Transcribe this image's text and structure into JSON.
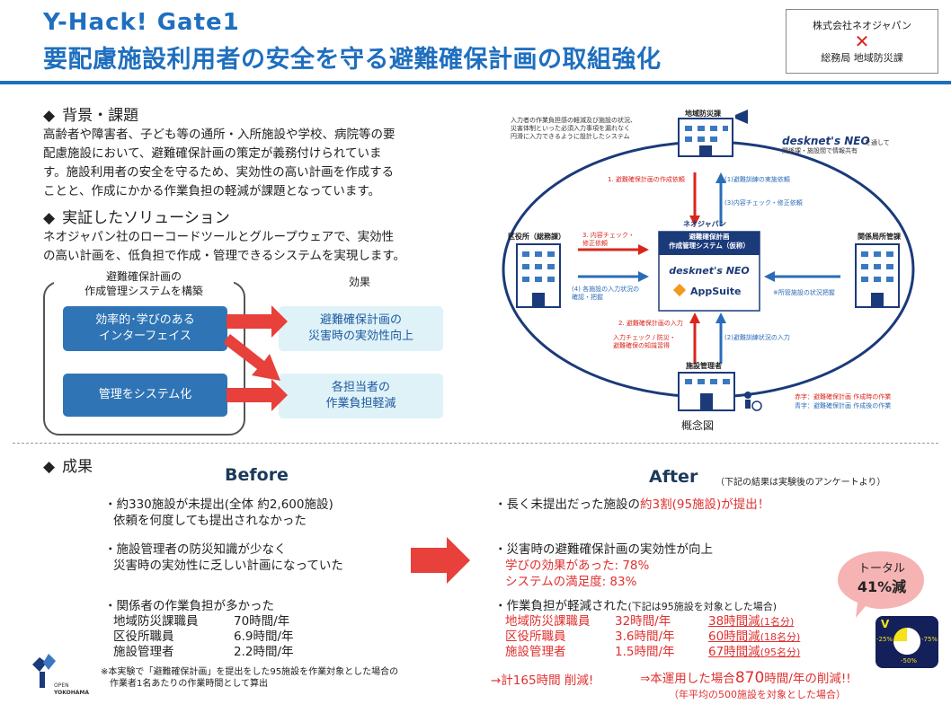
{
  "header": {
    "title_line1": "Y-Hack! Gate1",
    "title_line2": "要配慮施設利用者の安全を守る避難確保計画の取組強化",
    "partner_company": "株式会社ネオジャパン",
    "partner_cross": "✕",
    "partner_org": "総務局 地域防災課"
  },
  "background": {
    "heading": "背景・課題",
    "text_lines": [
      "高齢者や障害者、子ども等の通所・入所施設や学校、病院等の要",
      "配慮施設において、避難確保計画の策定が義務付けられていま",
      "す。施設利用者の安全を守るため、実効性の高い計画を作成する",
      "ことと、作成にかかる作業負担の軽減が課題となっています。"
    ]
  },
  "solution": {
    "heading": "実証したソリューション",
    "text_lines": [
      "ネオジャパン社のローコードツールとグループウェアで、実効性",
      "の高い計画を、低負担で作成・管理できるシステムを実現します。"
    ],
    "left_label_line1": "避難確保計画の",
    "left_label_line2": "作成管理システムを構築",
    "right_label": "効果",
    "box1_line1": "効率的･学びのある",
    "box1_line2": "インターフェイス",
    "box2": "管理をシステム化",
    "effect1_line1": "避難確保計画の",
    "effect1_line2": "災害時の実効性向上",
    "effect2_line1": "各担当者の",
    "effect2_line2": "作業負担軽減"
  },
  "diagram": {
    "note_top_line1": "入力者の作業負担感の軽減及び施設の状況、",
    "note_top_line2": "災害体制といった必須入力事項を漏れなく",
    "note_top_line3": "円滑に入力できるように設計したシステム",
    "city_office": "地域防災課",
    "desknets_label": "desknet's NEO",
    "desknets_note_line1": "を通して",
    "desknets_note_line2": "関係課・施設間で情報共有",
    "ward_office": "区役所（総務課）",
    "related_office": "関係局所管課",
    "facility_manager": "施設管理者",
    "neojapan": "ネオジャパン",
    "system_line1": "避難確保計画",
    "system_line2": "作成管理システム（仮称）",
    "neo_logo": "desknet's NEO",
    "appsuite_logo": "AppSuite",
    "step1_red": "1. 避難確保計画の作成依頼",
    "step1_blue": "(1)避難訓練の実施依頼",
    "step3_blue": "(3)内容チェック・修正依頼",
    "step3_red_line1": "3. 内容チェック・",
    "step3_red_line2": "修正依頼",
    "step4_blue_line1": "(4) 各施設の入力状況の",
    "step4_blue_line2": "確認・把握",
    "related_note": "※所管施設の状況把握",
    "step2_red": "2. 避難確保計画の入力",
    "step2_note_line1": "入力チェック / 防災・",
    "step2_note_line2": "避難確保の知識習得",
    "step2_blue": "(2)避難訓練状況の入力",
    "legend_red": "赤字：避難確保計画 作成時の作業",
    "legend_blue": "青字：避難確保計画 作成後の作業",
    "caption": "概念図"
  },
  "results": {
    "heading": "成果",
    "before_title": "Before",
    "after_title": "After",
    "after_note": "（下記の結果は実験後のアンケートより）",
    "before_items": [
      [
        "・約330施設が未提出(全体 約2,600施設)",
        "依頼を何度しても提出されなかった"
      ],
      [
        "・施設管理者の防災知識が少なく",
        "災害時の実効性に乏しい計画になっていた"
      ]
    ],
    "before_burden_head": "・関係者の作業負担が多かった",
    "before_burden_rows": [
      [
        "地域防災課職員",
        "70時間/年"
      ],
      [
        "区役所職員",
        "6.9時間/年"
      ],
      [
        "施設管理者",
        "2.2時間/年"
      ]
    ],
    "before_footnote_line1": "※本実験で「避難確保計画」を提出をした95施設を作業対象とした場合の",
    "before_footnote_line2": "作業者1名あたりの作業時間として算出",
    "after_item1_prefix": "・長く未提出だった施設の",
    "after_item1_red": "約3割(95施設)が提出！",
    "after_item2_head": "・災害時の避難確保計画の実効性が向上",
    "after_item2_line1": "学びの効果があった: 78%",
    "after_item2_line2": "システムの満足度: 83%",
    "after_item3_head": "・作業負担が軽減された",
    "after_item3_note": "(下記は95施設を対象とした場合)",
    "after_rows": [
      [
        "地域防災課職員",
        "32時間/年",
        "38時間減",
        "(1名分)"
      ],
      [
        "区役所職員",
        "3.6時間/年",
        "60時間減",
        "(18名分)"
      ],
      [
        "施設管理者",
        "1.5時間/年",
        "67時間減",
        "(95名分)"
      ]
    ],
    "summary_left": "→計165時間 削減!",
    "summary_right_prefix": "⇒本運用した場合",
    "summary_right_big": "870",
    "summary_right_suffix": "時間/年の削減!!",
    "summary_note": "（年平均の500施設を対象とした場合）",
    "total_label": "トータル",
    "total_value": "41%減",
    "gauge_v": "V",
    "gauge_left": "-25%",
    "gauge_right": "-75%",
    "gauge_bottom": "-50%"
  },
  "logo": {
    "open": "OPEN",
    "yokohama": "YOKOHAMA"
  }
}
